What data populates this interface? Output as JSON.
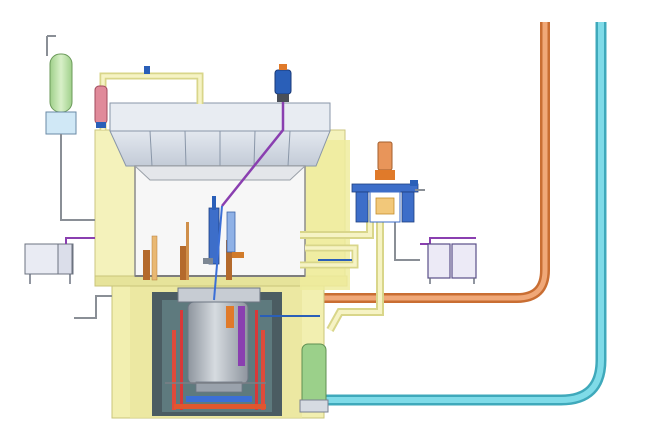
{
  "header": {
    "cropped_title_text": ""
  },
  "colors": {
    "background": "#ffffff",
    "containment_yellow": "#f4f2b8",
    "containment_yellow_dark": "#d9d68a",
    "shield_block": "#d4dbe6",
    "shield_block_dark": "#aab6c8",
    "hot_cell_interior": "#f4f4f4",
    "vessel_grey": "#b6bcc4",
    "pool_dark": "#4a5d66",
    "pipe_orange": "#e8955a",
    "pipe_cyan": "#5cc8d8",
    "pipe_grey": "#9aa3ad",
    "accent_blue": "#2a5fb8",
    "accent_purple": "#8a3fb0",
    "accent_red": "#d83838",
    "accent_orange": "#e07a2a",
    "tank_green": "#b8e0a8",
    "tank_light_blue": "#cfe8f4"
  },
  "components": [
    "gas-storage-tank",
    "red-pressurizer",
    "top-motor-drive",
    "shield-block",
    "hot-cell",
    "reactor-vessel",
    "pump-assembly",
    "heat-exchanger",
    "left-auxiliary-box",
    "right-auxiliary-boxes",
    "orange-pipe",
    "cyan-pipe",
    "green-drain-tank"
  ]
}
